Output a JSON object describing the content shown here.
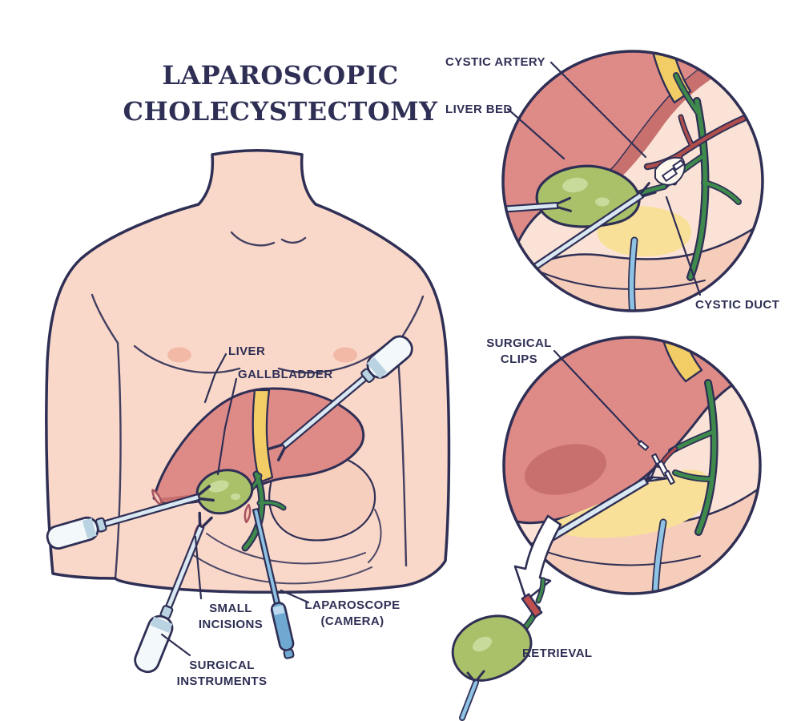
{
  "title": {
    "line1": "LAPAROSCOPIC",
    "line2": "CHOLECYSTECTOMY"
  },
  "labels": {
    "liver": [
      "LIVER"
    ],
    "gallbladder": [
      "GALLBLADDER"
    ],
    "small_incisions": [
      "SMALL",
      "INCISIONS"
    ],
    "laparoscope": [
      "LAPAROSCOPE",
      "(CAMERA)"
    ],
    "surgical_instruments": [
      "SURGICAL",
      "INSTRUMENTS"
    ],
    "cystic_artery": [
      "CYSTIC ARTERY"
    ],
    "liver_bed": [
      "LIVER BED"
    ],
    "cystic_duct": [
      "CYSTIC DUCT"
    ],
    "surgical_clips": [
      "SURGICAL",
      "CLIPS"
    ],
    "retrieval": [
      "RETRIEVAL"
    ]
  },
  "palette": {
    "outline": "#2f2f55",
    "label-ink": "#2f2f55",
    "skin": "#f9d8ca",
    "skin-shadow": "#f3c6b4",
    "nipple": "#f2b9a7",
    "organ-pink": "#f7cfbf",
    "inset-bg": "#fae3d6",
    "duodenum-pink": "#f6cdbb",
    "liver": "#de8b88",
    "liver-dark": "#c7706e",
    "liver-deep": "#c0504f",
    "gb": "#a9c168",
    "gb-light": "#c9db9b",
    "duct-green": "#3e8a4c",
    "bile-yellow": "#f2cd66",
    "fat-yellow": "#f8e098",
    "artery-red": "#b04e4e",
    "clip-red": "#c0504f",
    "incision-red": "#a8555f",
    "incision-fill": "#f5c8ba",
    "instr-light": "#d9e8f2",
    "instr-mid": "#b9d3e2",
    "handle-white": "#f3f8fb",
    "scope-blue": "#8fc3e4",
    "scope-dark": "#6fa9d2",
    "white": "#ffffff"
  }
}
